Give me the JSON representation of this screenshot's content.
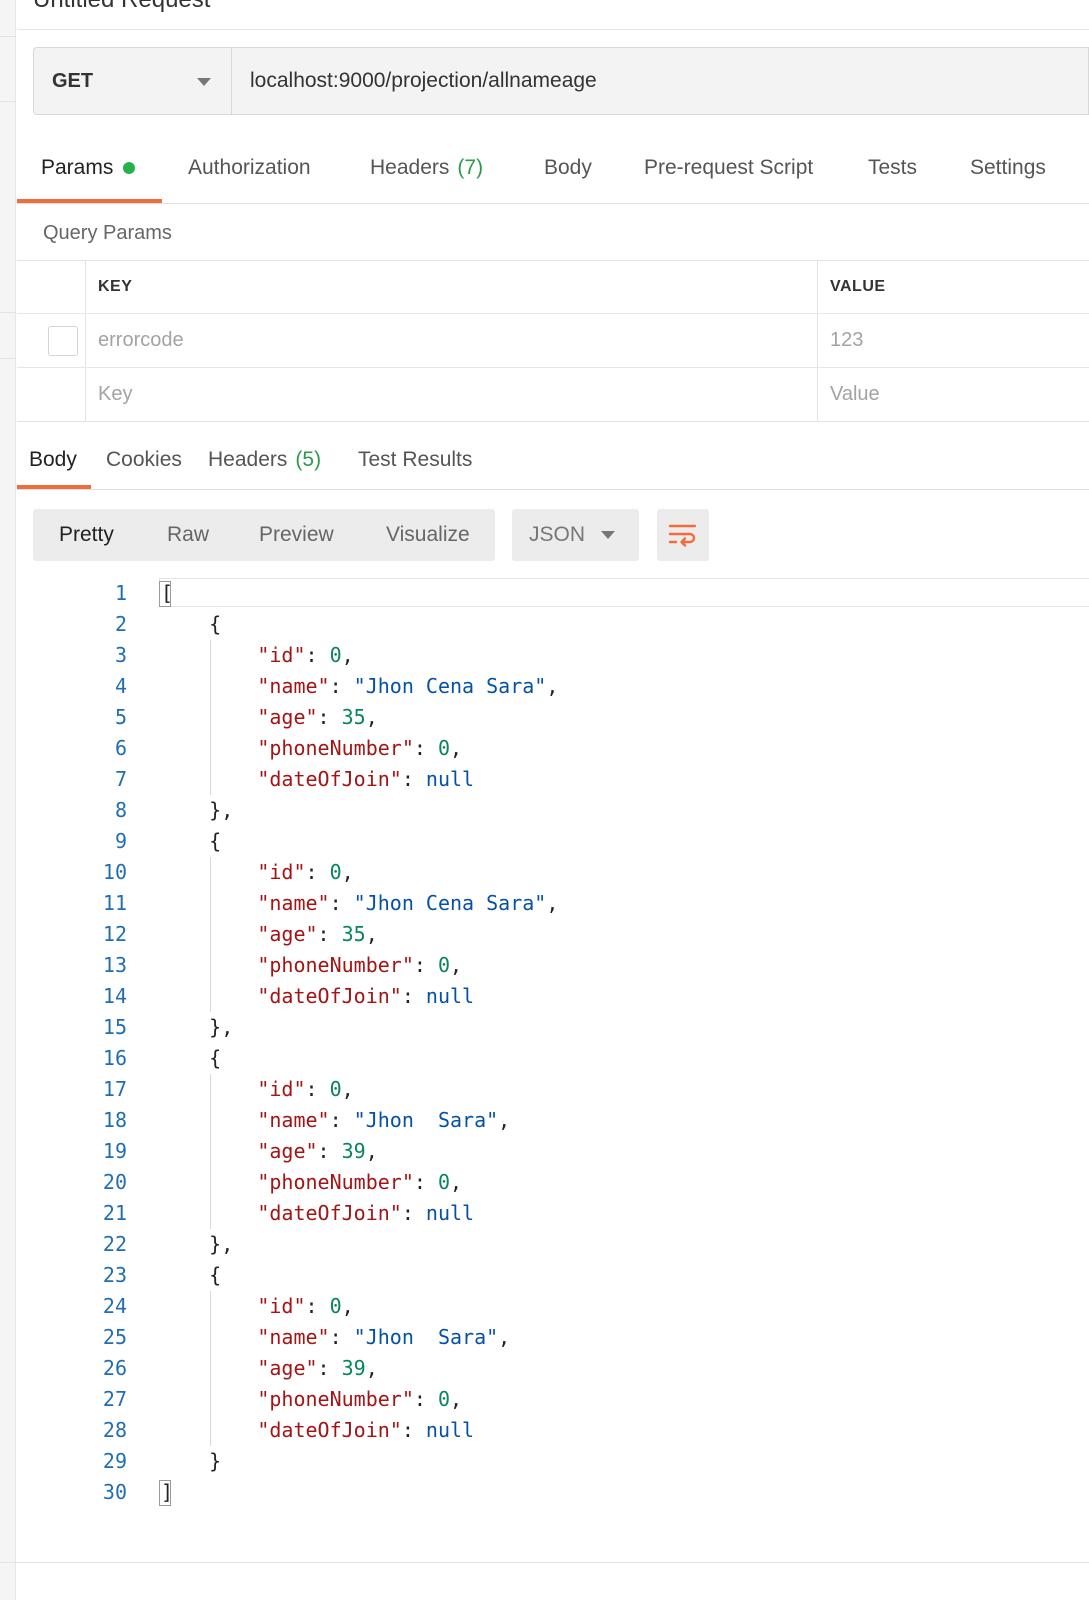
{
  "request": {
    "title": "Untitled Request",
    "method": "GET",
    "url": "localhost:9000/projection/allnameage"
  },
  "request_tabs": [
    {
      "label": "Params",
      "count": "",
      "active": true,
      "dot": true
    },
    {
      "label": "Authorization",
      "count": "",
      "active": false
    },
    {
      "label": "Headers",
      "count": "(7)",
      "active": false
    },
    {
      "label": "Body",
      "count": "",
      "active": false
    },
    {
      "label": "Pre-request Script",
      "count": "",
      "active": false
    },
    {
      "label": "Tests",
      "count": "",
      "active": false
    },
    {
      "label": "Settings",
      "count": "",
      "active": false
    }
  ],
  "query_params": {
    "title": "Query Params",
    "headers": {
      "key": "KEY",
      "value": "VALUE"
    },
    "rows": [
      {
        "key": "errorcode",
        "value": "123",
        "checked": false
      }
    ],
    "placeholder": {
      "key": "Key",
      "value": "Value"
    }
  },
  "response_tabs": [
    {
      "label": "Body",
      "count": "",
      "active": true
    },
    {
      "label": "Cookies",
      "count": "",
      "active": false
    },
    {
      "label": "Headers",
      "count": "(5)",
      "active": false
    },
    {
      "label": "Test Results",
      "count": "",
      "active": false
    }
  ],
  "view_modes": [
    {
      "label": "Pretty",
      "active": true
    },
    {
      "label": "Raw",
      "active": false
    },
    {
      "label": "Preview",
      "active": false
    },
    {
      "label": "Visualize",
      "active": false
    }
  ],
  "format": "JSON",
  "colors": {
    "accent": "#f26b3a",
    "count": "#2b9c4a",
    "dot": "#26b14b"
  },
  "response_body": [
    {
      "id": 0,
      "name": "Jhon Cena Sara",
      "age": 35,
      "phoneNumber": 0,
      "dateOfJoin": "null"
    },
    {
      "id": 0,
      "name": "Jhon Cena Sara",
      "age": 35,
      "phoneNumber": 0,
      "dateOfJoin": "null"
    },
    {
      "id": 0,
      "name": "Jhon  Sara",
      "age": 39,
      "phoneNumber": 0,
      "dateOfJoin": "null"
    },
    {
      "id": 0,
      "name": "Jhon  Sara",
      "age": 39,
      "phoneNumber": 0,
      "dateOfJoin": "null"
    }
  ]
}
